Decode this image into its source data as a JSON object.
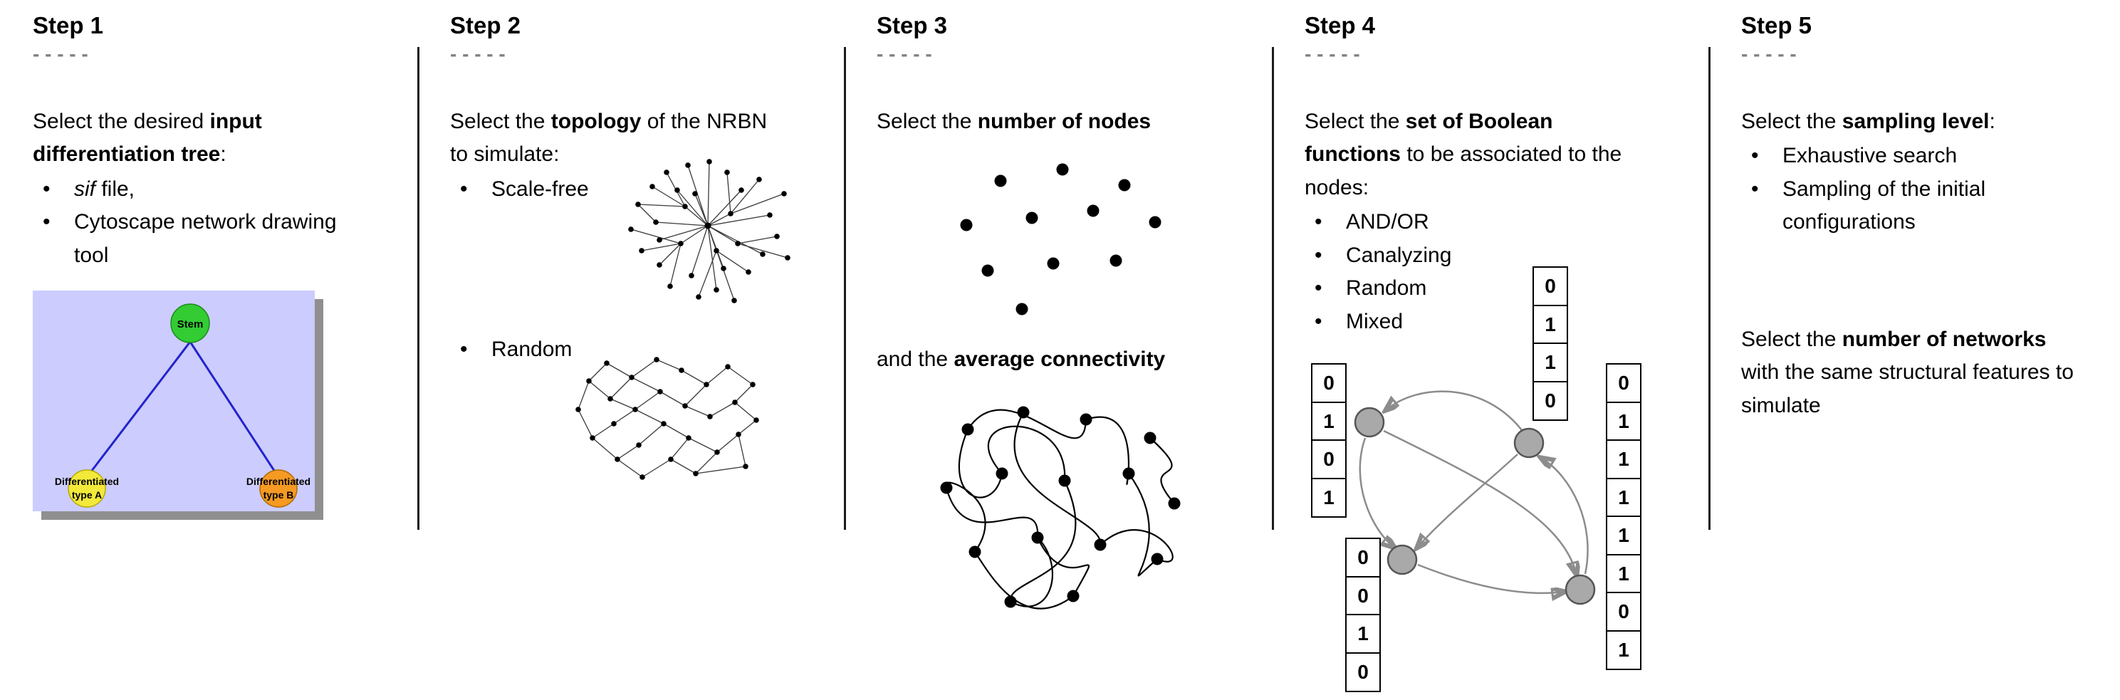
{
  "steps": [
    {
      "title": "Step 1",
      "dashes": "- - - - -",
      "intro": {
        "pre": "Select the desired ",
        "bold": "input differentiation tree",
        "post": ":"
      },
      "bullets": [
        {
          "italic": "sif",
          "rest": " file,"
        },
        {
          "rest": "Cytoscape network drawing tool"
        }
      ],
      "tree": {
        "root_label": "Stem",
        "left_label_1": "Differentiated",
        "left_label_2": "type A",
        "right_label_1": "Differentiated",
        "right_label_2": "type B",
        "colors": {
          "bg": "#ccccff",
          "shadow": "#8f8f8f",
          "root": "#33cc33",
          "left": "#f2e93a",
          "right": "#f59a23",
          "edge": "#2323cc"
        }
      }
    },
    {
      "title": "Step 2",
      "dashes": "- - - - -",
      "intro": {
        "pre": "Select the ",
        "bold": "topology",
        "post": " of the NRBN to simulate:"
      },
      "bullets": [
        {
          "rest": "Scale-free"
        },
        {
          "rest": "Random"
        }
      ]
    },
    {
      "title": "Step 3",
      "dashes": "- - - - -",
      "intro": {
        "pre": "Select the ",
        "bold": "number of nodes",
        "post": ""
      },
      "second": {
        "pre": "and the ",
        "bold": "average connectivity",
        "post": ""
      }
    },
    {
      "title": "Step 4",
      "dashes": "- - - - -",
      "intro": {
        "pre": "Select the ",
        "bold": "set of Boolean functions",
        "post": " to be associated to the nodes:"
      },
      "bullets": [
        {
          "rest": "AND/OR"
        },
        {
          "rest": "Canalyzing"
        },
        {
          "rest": "Random"
        },
        {
          "rest": "Mixed"
        }
      ],
      "truth_tables": {
        "top": [
          "0",
          "1",
          "1",
          "0"
        ],
        "left": [
          "0",
          "1",
          "0",
          "1"
        ],
        "right": [
          "0",
          "1",
          "1",
          "1",
          "1",
          "1",
          "0",
          "1"
        ],
        "bottom": [
          "0",
          "0",
          "1",
          "0"
        ]
      }
    },
    {
      "title": "Step 5",
      "dashes": "- - - - -",
      "intro": {
        "pre": "Select the ",
        "bold": "sampling level",
        "post": ":"
      },
      "bullets": [
        {
          "rest": "Exhaustive search"
        },
        {
          "rest": "Sampling of the initial configurations"
        }
      ],
      "second": {
        "pre": "Select the ",
        "bold": "number of networks",
        "post": " with the same structural features to simulate"
      }
    }
  ]
}
